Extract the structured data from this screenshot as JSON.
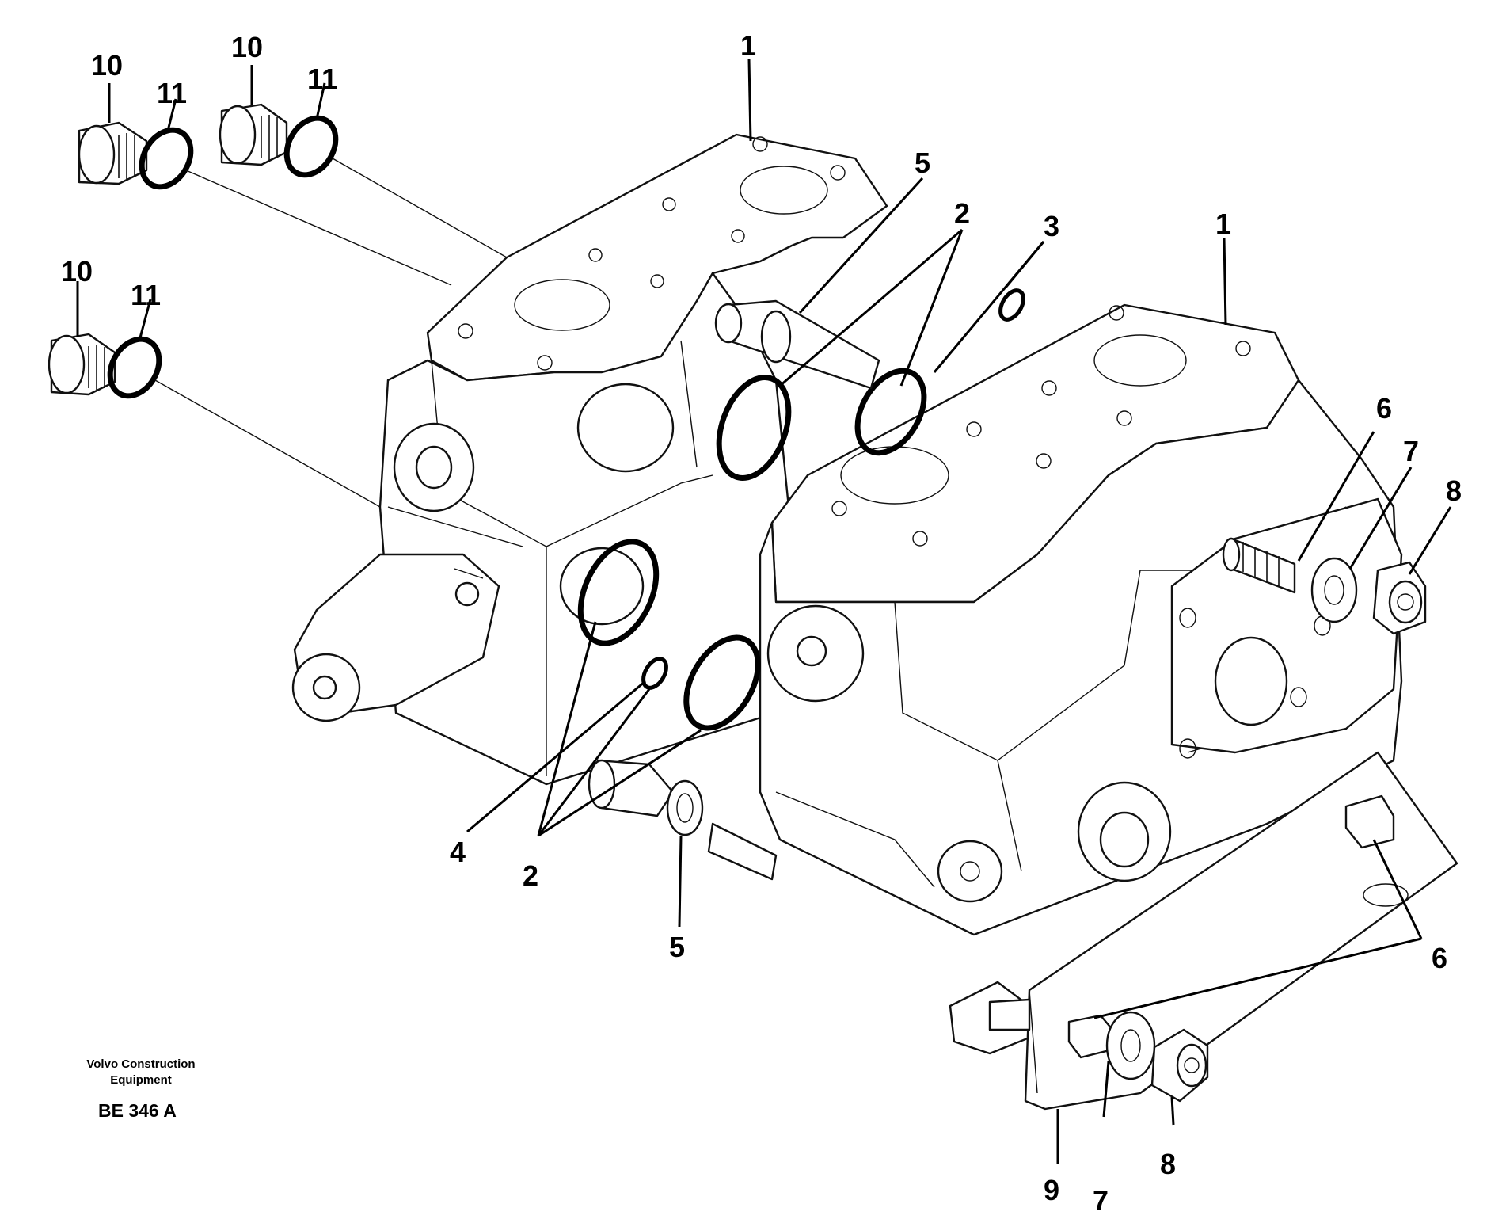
{
  "figure": {
    "publisher_line1": "Volvo Construction",
    "publisher_line2": "Equipment",
    "figure_code": "BE 346 A"
  },
  "callouts": [
    {
      "id": "c1a",
      "label": "1"
    },
    {
      "id": "c1b",
      "label": "1"
    },
    {
      "id": "c2a",
      "label": "2"
    },
    {
      "id": "c2b",
      "label": "2"
    },
    {
      "id": "c3",
      "label": "3"
    },
    {
      "id": "c4",
      "label": "4"
    },
    {
      "id": "c5a",
      "label": "5"
    },
    {
      "id": "c5b",
      "label": "5"
    },
    {
      "id": "c6a",
      "label": "6"
    },
    {
      "id": "c6b",
      "label": "6"
    },
    {
      "id": "c7a",
      "label": "7"
    },
    {
      "id": "c7b",
      "label": "7"
    },
    {
      "id": "c8a",
      "label": "8"
    },
    {
      "id": "c8b",
      "label": "8"
    },
    {
      "id": "c9",
      "label": "9"
    },
    {
      "id": "c10a",
      "label": "10"
    },
    {
      "id": "c10b",
      "label": "10"
    },
    {
      "id": "c10c",
      "label": "10"
    },
    {
      "id": "c11a",
      "label": "11"
    },
    {
      "id": "c11b",
      "label": "11"
    },
    {
      "id": "c11c",
      "label": "11"
    }
  ]
}
